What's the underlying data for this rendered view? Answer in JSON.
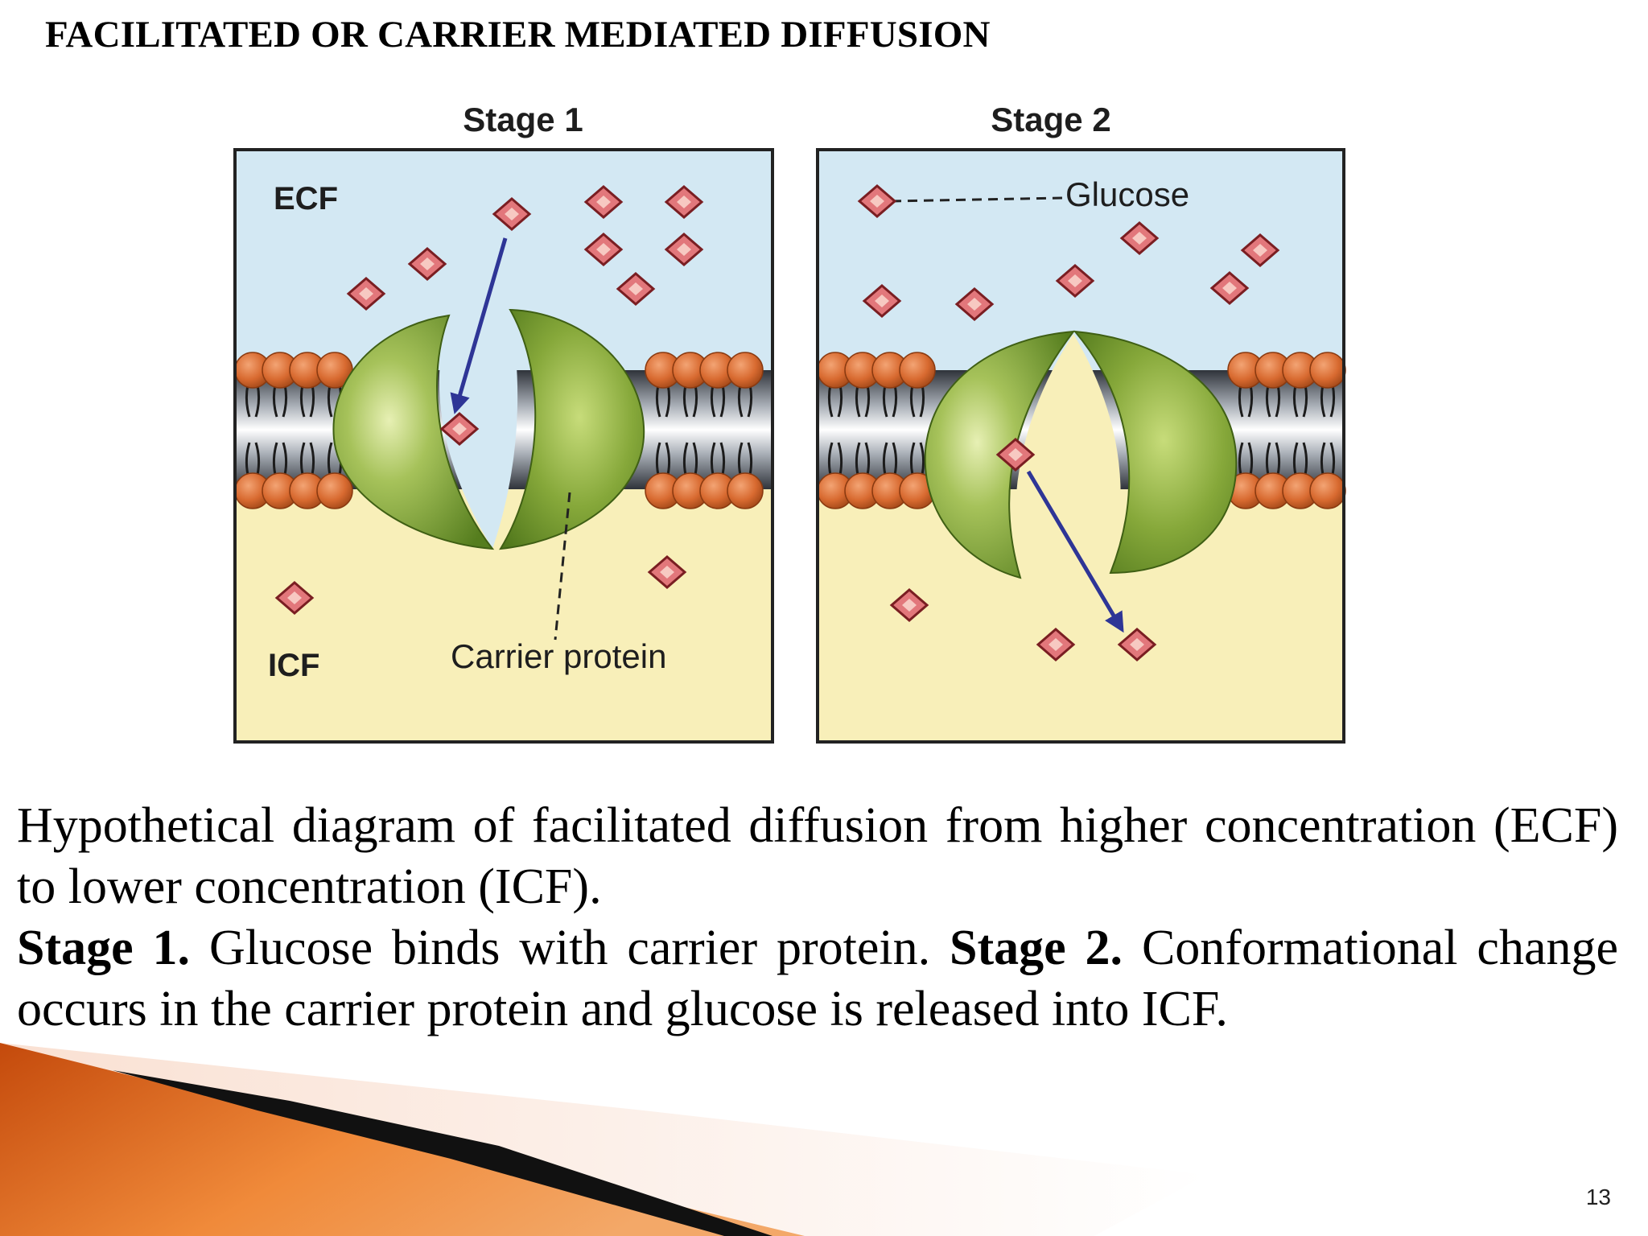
{
  "slide": {
    "title": "FACILITATED OR CARRIER MEDIATED DIFFUSION",
    "page_number": "13"
  },
  "diagram": {
    "stage1_label": "Stage 1",
    "stage2_label": "Stage 2",
    "ecf_label": "ECF",
    "icf_label": "ICF",
    "carrier_protein_label": "Carrier protein",
    "glucose_label": "Glucose",
    "colors": {
      "ecf": "#d3e8f3",
      "icf": "#f8efb9",
      "protein": "#6e9a2a",
      "lipid_head": "#d86a30",
      "glucose": "#e2777b",
      "arrow": "#2e3596"
    }
  },
  "caption": {
    "line1": "Hypothetical diagram of facilitated diffusion from higher concentration (ECF) to lower concentration (ICF).",
    "stage1_bold": "Stage 1.",
    "stage1_text": " Glucose binds with carrier protein. ",
    "stage2_bold": "Stage 2.",
    "stage2_text": " Conformational change occurs in the carrier protein and glucose is released into ICF."
  }
}
